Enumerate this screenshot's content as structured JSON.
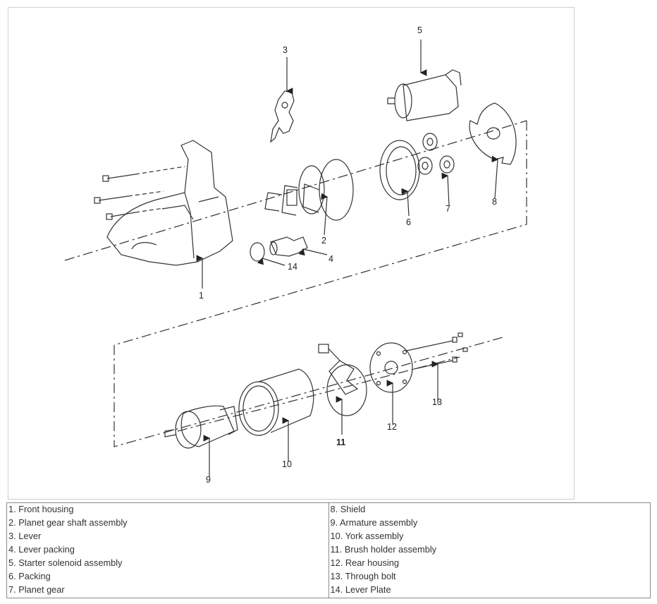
{
  "callouts": [
    "1",
    "2",
    "3",
    "4",
    "5",
    "6",
    "7",
    "8",
    "9",
    "10",
    "11",
    "12",
    "13",
    "14"
  ],
  "legend": {
    "left": [
      "1. Front housing",
      "2. Planet gear shaft assembly",
      "3. Lever",
      "4. Lever packing",
      "5. Starter solenoid assembly",
      "6. Packing",
      "7. Planet gear"
    ],
    "right": [
      "8. Shield",
      "9. Armature assembly",
      "10. York assembly",
      "11. Brush holder assembly",
      "12. Rear housing",
      "13. Through bolt",
      "14. Lever Plate"
    ]
  }
}
